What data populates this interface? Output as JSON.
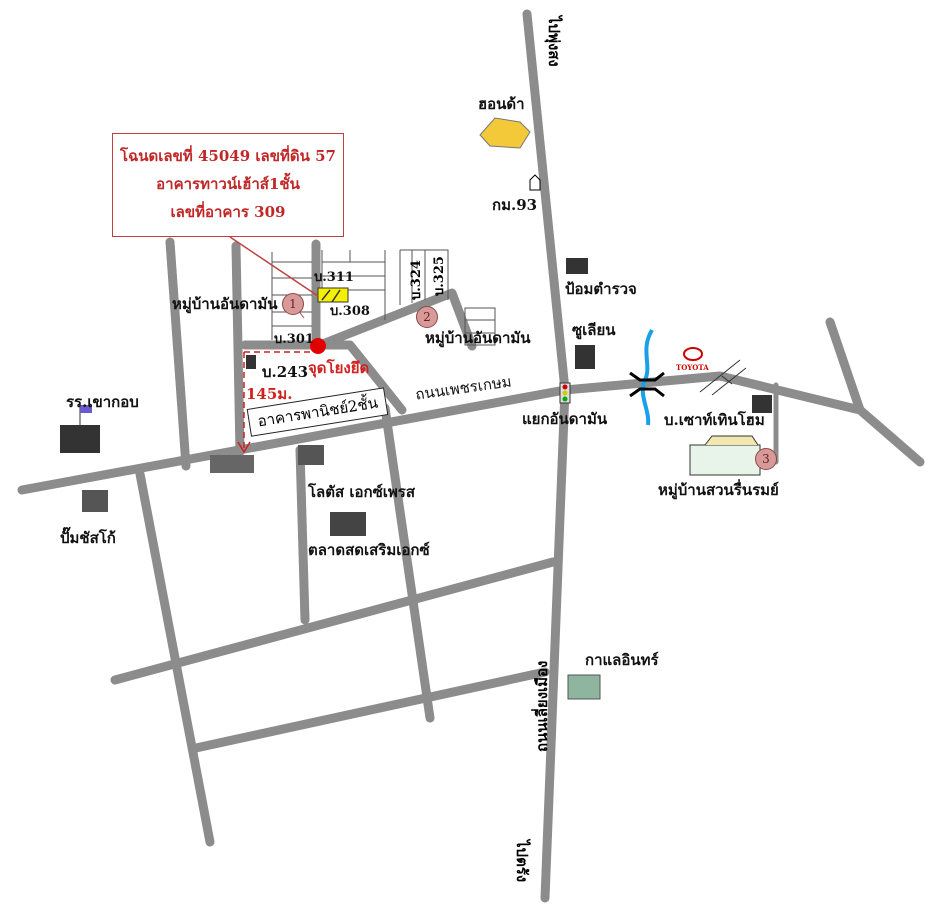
{
  "callout": {
    "line1": "โฉนดเลขที่ 45049 เลขที่ดิน 57",
    "line2": "อาคารทาวน์เฮ้าส์1ชั้น",
    "line3": "เลขที่อาคาร 309"
  },
  "plots": {
    "p311": "บ.311",
    "p308": "บ.308",
    "p301": "บ.301",
    "p324": "บ.324",
    "p325": "บ.325",
    "p243": "บ.243"
  },
  "labels": {
    "to_phung_song": "ไปพุ่งสง",
    "honda": "ฮอนด้า",
    "km93": "กม.93",
    "police": "ป้อมตำรวจ",
    "zulian": "ซูเลียน",
    "village_1": "หมู่บ้านอันดามัน",
    "village_2": "หมู่บ้านอันดามัน",
    "landmark": "จุดโยงยึด",
    "distance": "145ม.",
    "commercial": "อาคารพานิชย์2ชั้น",
    "road_petchkasem": "ถนนเพชรเกษม",
    "junction": "แยกอันดามัน",
    "south_home": "บ.เซาท์เทินโฮม",
    "village_3": "หมู่บ้านสวนรื่นรมย์",
    "school": "รร.เขากอบ",
    "gas": "ปั๊มชัสโก้",
    "lotus": "โลตัส เอกซ์เพรส",
    "market": "ตลาดสดเสริมเอกซ์",
    "road_liang_mueang": "ถนนเลี่ยงเมือง",
    "kalin": "กาแลอินทร์",
    "to_trang": "ไปตรัง",
    "toyota": "TOYOTA"
  },
  "markers": {
    "m1": "1",
    "m2": "2",
    "m3": "3"
  },
  "colors": {
    "road": "#8c8c8c",
    "marker": "#e00000",
    "river": "#1aa0e8",
    "highlight": "#f5f000"
  }
}
